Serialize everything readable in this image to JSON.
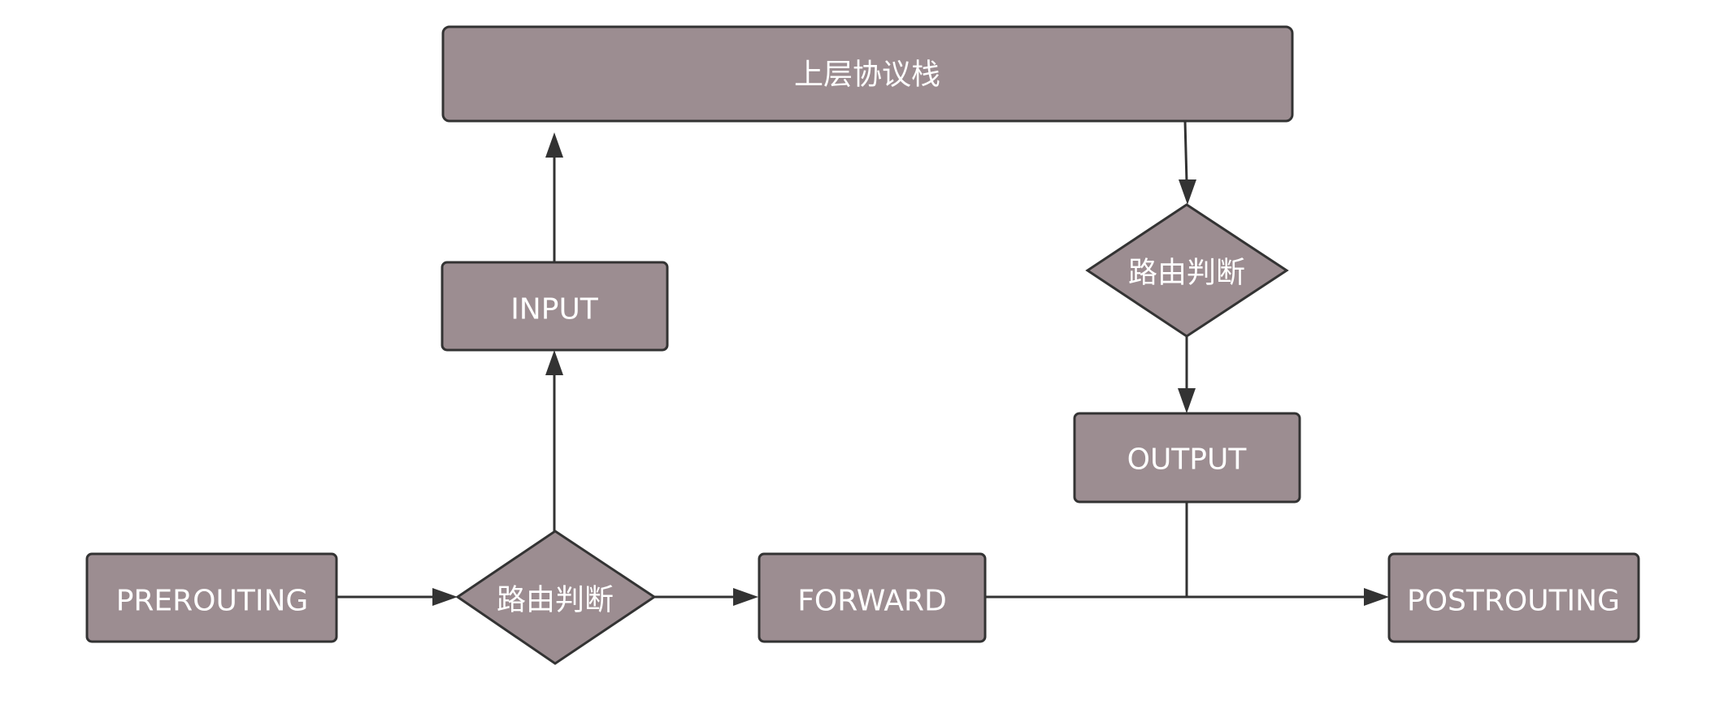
{
  "colors": {
    "node_fill": "#9c8d91",
    "node_stroke": "#333333",
    "edge": "#333333",
    "label": "#ffffff",
    "background": "#ffffff"
  },
  "nodes": {
    "upper_stack": {
      "label": "上层协议栈",
      "shape": "rectangle"
    },
    "input": {
      "label": "INPUT",
      "shape": "rectangle"
    },
    "route_decision_in": {
      "label": "路由判断",
      "shape": "diamond"
    },
    "route_decision_out": {
      "label": "路由判断",
      "shape": "diamond"
    },
    "output": {
      "label": "OUTPUT",
      "shape": "rectangle"
    },
    "prerouting": {
      "label": "PREROUTING",
      "shape": "rectangle"
    },
    "forward": {
      "label": "FORWARD",
      "shape": "rectangle"
    },
    "postrouting": {
      "label": "POSTROUTING",
      "shape": "rectangle"
    }
  },
  "edges": [
    {
      "from": "prerouting",
      "to": "route_decision_in"
    },
    {
      "from": "route_decision_in",
      "to": "forward"
    },
    {
      "from": "route_decision_in",
      "to": "input"
    },
    {
      "from": "input",
      "to": "upper_stack"
    },
    {
      "from": "upper_stack",
      "to": "route_decision_out"
    },
    {
      "from": "route_decision_out",
      "to": "output"
    },
    {
      "from": "output",
      "to": "postrouting"
    },
    {
      "from": "forward",
      "to": "postrouting"
    }
  ]
}
